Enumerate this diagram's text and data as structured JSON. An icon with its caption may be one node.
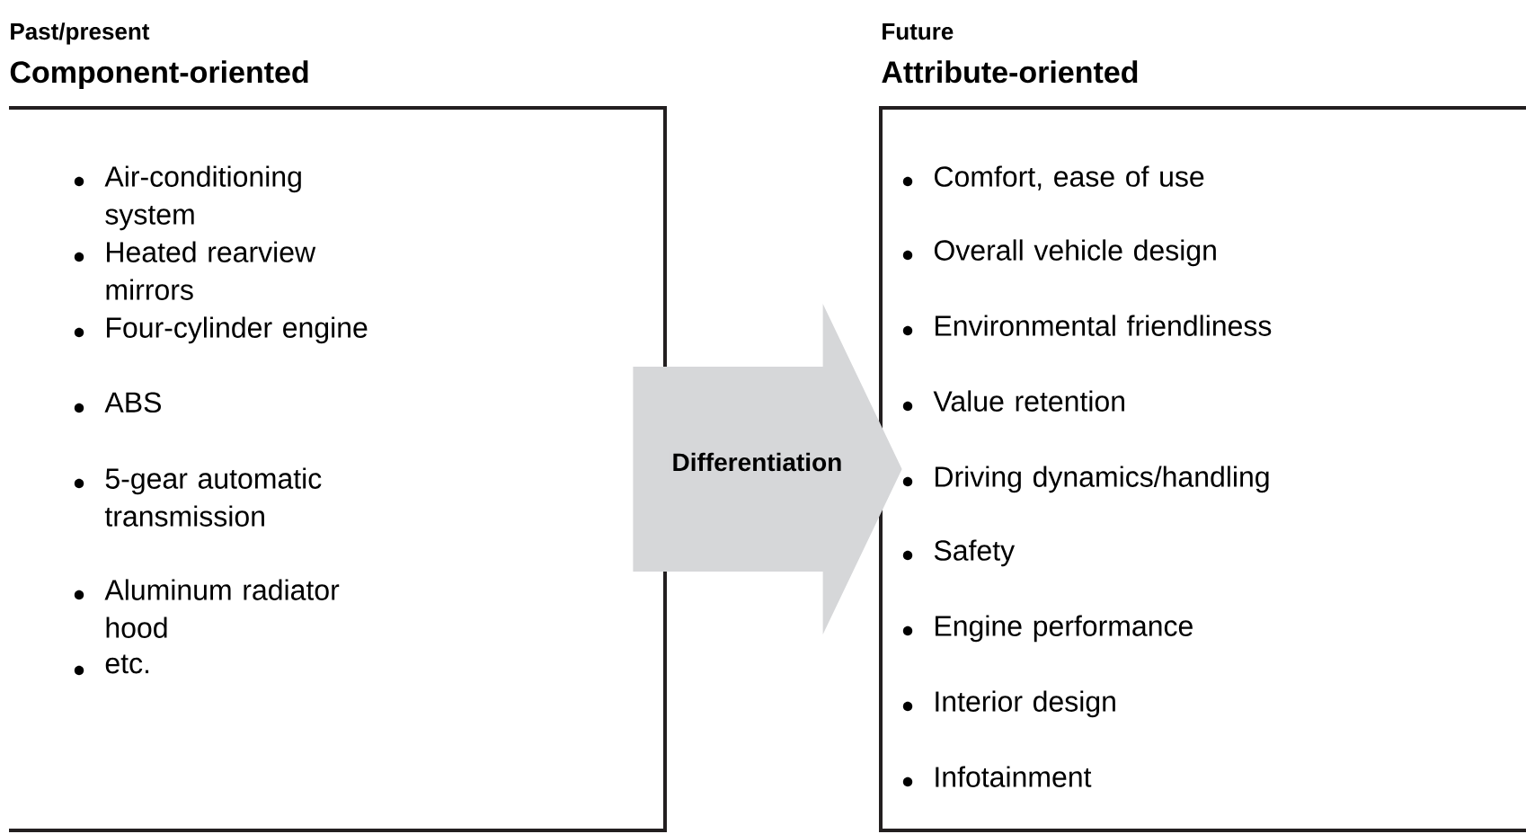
{
  "diagram": {
    "nodes": [
      {
        "text": [
          "Past/present",
          "Component-oriented",
          "Air-conditioning system",
          "Heated rearview mirrors",
          "Four-cylinder engine",
          "ABS",
          "5-gear automatic transmission",
          "Aluminum radiator hood",
          "etc."
        ]
      },
      {
        "text": [
          "Future",
          "Attribute-oriented",
          "Comfort, ease of use",
          "Overall vehicle design",
          "Environmental friendliness",
          "Value retention",
          "Driving dynamics/handling",
          "Safety",
          "Engine performance",
          "Interior design",
          "Infotainment"
        ]
      }
    ],
    "edges": [
      {
        "from": 0,
        "to": 1,
        "arrow": "to",
        "label": "Differentiation"
      }
    ]
  }
}
